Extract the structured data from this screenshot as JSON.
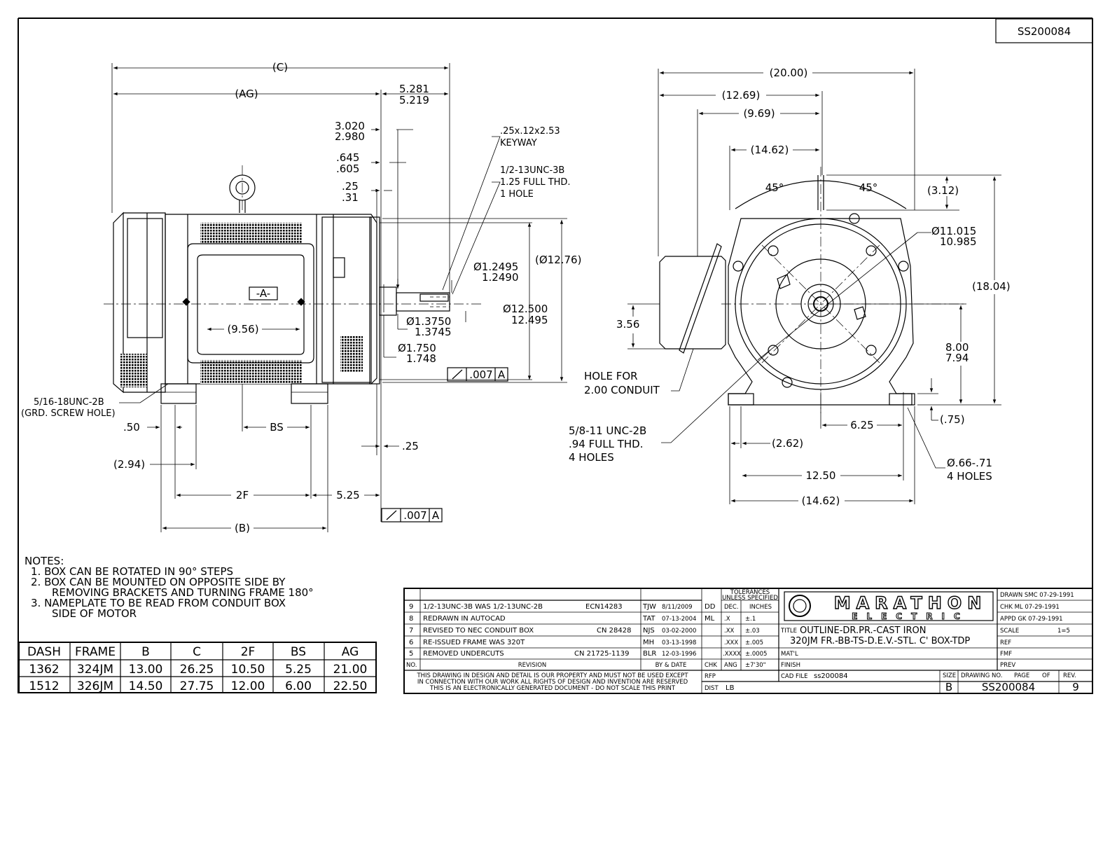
{
  "drawing_id_box": "SS200084",
  "side_view": {
    "C": "(C)",
    "AG": "(AG)",
    "dim_5281": "5.281",
    "dim_5219": "5.219",
    "dim_3020": "3.020",
    "dim_2980": "2.980",
    "dim_645": ".645",
    "dim_605": ".605",
    "dim_25": ".25",
    "dim_31": ".31",
    "keyway_1": ".25x.12x2.53",
    "keyway_2": "KEYWAY",
    "tap_1": "1/2-13UNC-3B",
    "tap_2": "1.25 FULL THD.",
    "tap_3": "1 HOLE",
    "d12495": "Ø1.2495",
    "d12490": "1.2490",
    "d1276": "(Ø12.76)",
    "d12500": "Ø12.500",
    "d12495b": "12.495",
    "d13750": "Ø1.3750",
    "d13745": "1.3745",
    "d1750": "Ø1.750",
    "d1748": "1.748",
    "datum_a": "-A-",
    "d956": "(9.56)",
    "tol1_val": ".007",
    "tol1_ref": "A",
    "grd_1": "5/16-18UNC-2B",
    "grd_2": "(GRD. SCREW HOLE)",
    "d050": ".50",
    "BS": "BS",
    "d025": ".25",
    "d294": "(2.94)",
    "F2": "2F",
    "d525": "5.25",
    "tol2_val": ".007",
    "tol2_ref": "A",
    "B": "(B)"
  },
  "end_view": {
    "d2000": "(20.00)",
    "d1269": "(12.69)",
    "d969": "(9.69)",
    "d1462": "(14.62)",
    "a45l": "45°",
    "a45r": "45°",
    "d312": "(3.12)",
    "d11015": "Ø11.015",
    "d10985": "10.985",
    "d1804": "(18.04)",
    "d356": "3.56",
    "d800": "8.00",
    "d794": "7.94",
    "conduit_1": "HOLE FOR",
    "conduit_2": "2.00 CONDUIT",
    "d075": "(.75)",
    "d625": "6.25",
    "tap_1": "5/8-11 UNC-2B",
    "tap_2": ".94 FULL THD.",
    "tap_3": "4 HOLES",
    "d262": "(2.62)",
    "d066": "Ø.66-.71",
    "d066b": "4 HOLES",
    "d1250": "12.50",
    "d1462b": "(14.62)"
  },
  "notes": {
    "title": "NOTES:",
    "lines": [
      "1. BOX CAN BE ROTATED IN 90° STEPS",
      "2. BOX CAN BE MOUNTED ON OPPOSITE SIDE BY",
      "REMOVING BRACKETS AND TURNING FRAME 180°",
      "3. NAMEPLATE TO BE READ FROM CONDUIT BOX",
      "SIDE OF MOTOR"
    ]
  },
  "dim_table": {
    "headers": [
      "DASH",
      "FRAME",
      "B",
      "C",
      "2F",
      "BS",
      "AG"
    ],
    "rows": [
      [
        "1362",
        "324JM",
        "13.00",
        "26.25",
        "10.50",
        "5.25",
        "21.00"
      ],
      [
        "1512",
        "326JM",
        "14.50",
        "27.75",
        "12.00",
        "6.00",
        "22.50"
      ]
    ]
  },
  "title_block": {
    "revisions": [
      {
        "no": "9",
        "desc": "1/2-13UNC-3B WAS 1/2-13UNC-2B",
        "ecn": "ECN14283",
        "by": "TJW",
        "date": "8/11/2009",
        "chk": "DD"
      },
      {
        "no": "8",
        "desc": "REDRAWN IN AUTOCAD",
        "ecn": "",
        "by": "TAT",
        "date": "07-13-2004",
        "chk": "ML"
      },
      {
        "no": "7",
        "desc": "REVISED TO NEC CONDUIT BOX",
        "ecn": "CN 28428",
        "by": "NJS",
        "date": "03-02-2000",
        "chk": ""
      },
      {
        "no": "6",
        "desc": "RE-ISSUED FRAME WAS 320T",
        "ecn": "",
        "by": "MH",
        "date": "03-13-1998",
        "chk": ""
      },
      {
        "no": "5",
        "desc": "REMOVED UNDERCUTS",
        "ecn": "CN 21725-1139",
        "by": "BLR",
        "date": "12-03-1996",
        "chk": ""
      }
    ],
    "rev_head_no": "NO.",
    "rev_head_desc": "REVISION",
    "rev_head_by": "BY & DATE",
    "rev_head_chk": "CHK",
    "tol_head_1": "TOLERANCES",
    "tol_head_2": "UNLESS SPECIFIED",
    "tol_dec": "DEC.",
    "tol_inch": "INCHES",
    "tolerances": [
      [
        ".X",
        "±.1"
      ],
      [
        ".XX",
        "±.03"
      ],
      [
        ".XXX",
        "±.005"
      ],
      [
        ".XXXX",
        "±.0005"
      ],
      [
        "ANG",
        "±7'30\""
      ]
    ],
    "disclaimer_1": "THIS DRAWING IN DESIGN AND DETAIL IS OUR PROPERTY AND MUST NOT BE USED EXCEPT",
    "disclaimer_2": "IN CONNECTION WITH OUR WORK ALL RIGHTS OF DESIGN AND INVENTION ARE RESERVED",
    "disclaimer_3": "THIS IS AN ELECTRONICALLY GENERATED DOCUMENT - DO NOT SCALE THIS PRINT",
    "rfp": "RFP",
    "dist": "DIST",
    "dist_val": "LB",
    "logo_top": "MARATHON",
    "logo_bottom": "ELECTRIC",
    "title_label": "TITLE",
    "title_1": "OUTLINE-DR.PR.-CAST IRON",
    "title_2": "320JM FR.-BB-TS-D.E.V.-STL. C' BOX-TDP",
    "matl": "MAT'L",
    "finish": "FINISH",
    "cad_file": "CAD FILE",
    "cad_val": "ss200084",
    "size_label": "SIZE",
    "size_val": "B",
    "dwg_label": "DRAWING NO.",
    "page_label": "PAGE",
    "of_label": "OF",
    "rev_label": "REV.",
    "dwg_val": "SS200084",
    "rev_val": "9",
    "drawn": "DRAWN SMC 07-29-1991",
    "chk": "CHK    ML 07-29-1991",
    "appd": "APPD   GK 07-29-1991",
    "scale_label": "SCALE",
    "scale_val": "1=5",
    "ref": "REF",
    "fmf": "FMF",
    "prev": "PREV"
  }
}
